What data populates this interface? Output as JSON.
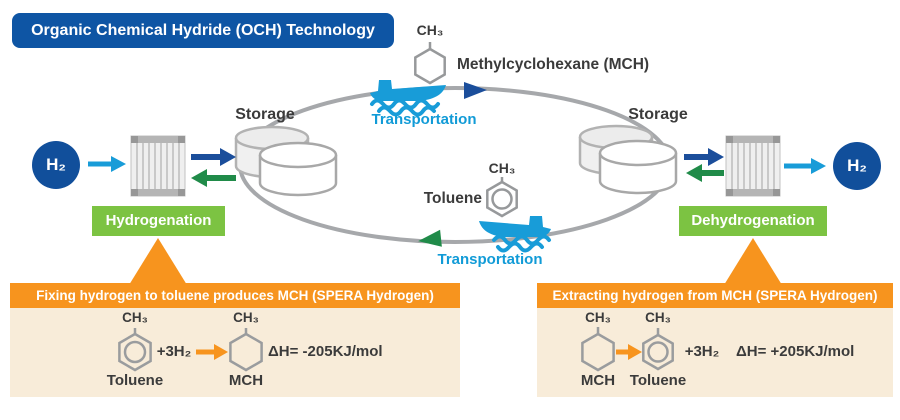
{
  "title": "Organic Chemical Hydride (OCH) Technology",
  "colors": {
    "brand_blue": "#0e55a4",
    "h2_circle_blue": "#114f9b",
    "navy_arrow": "#1b4e9b",
    "cyan": "#119bd7",
    "green_arrow": "#208b49",
    "green_badge": "#7cc342",
    "orange": "#f7941e",
    "panel_body": "#f8ecd9",
    "ring_gray": "#a6a8ab",
    "text_dark": "#3b3b3b"
  },
  "cycle": {
    "mch_formula": "CH₃",
    "mch_label": "Methylcyclohexane (MCH)",
    "toluene_formula": "CH₃",
    "toluene_label": "Toluene",
    "transport_top": "Transportation",
    "transport_bottom": "Transportation",
    "storage_left": "Storage",
    "storage_right": "Storage",
    "h2_left": "H₂",
    "h2_right": "H₂",
    "hydrogenation": "Hydrogenation",
    "dehydrogenation": "Dehydrogenation"
  },
  "panel_left": {
    "header": "Fixing hydrogen to toluene produces MCH (SPERA Hydrogen)",
    "reactant_formula": "CH₃",
    "reactant_label": "Toluene",
    "plus": "+3H₂",
    "product_formula": "CH₃",
    "product_label": "MCH",
    "enthalpy": "ΔH= -205KJ/mol"
  },
  "panel_right": {
    "header": "Extracting hydrogen from MCH (SPERA Hydrogen)",
    "reactant_formula": "CH₃",
    "reactant_label": "MCH",
    "plus": "+3H₂",
    "product_formula": "CH₃",
    "product_label": "Toluene",
    "enthalpy": "ΔH= +205KJ/mol"
  }
}
